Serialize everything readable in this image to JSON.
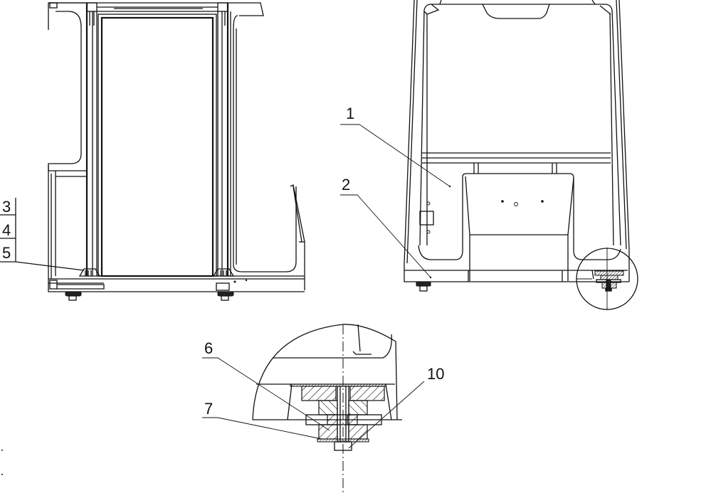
{
  "figure": {
    "type": "patent technical drawing",
    "views": [
      {
        "id": "side-view",
        "description": "Side elevation of cabinet frame with leveling feet"
      },
      {
        "id": "front-view",
        "description": "Front elevation of cabinet with detail circle at lower right foot"
      },
      {
        "id": "detail-view",
        "description": "Enlarged section of leveling foot assembly"
      }
    ]
  },
  "labels": {
    "l1": "1",
    "l2": "2",
    "l3": "3",
    "l4": "4",
    "l5": "5",
    "l6": "6",
    "l7": "7",
    "l10": "10"
  },
  "colors": {
    "line": "#111111",
    "background": "#ffffff"
  }
}
